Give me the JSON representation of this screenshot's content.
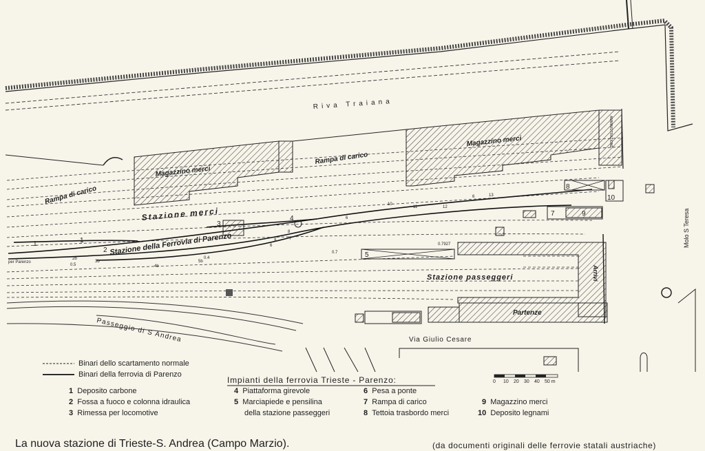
{
  "streets": {
    "riva": "Riva Traiana",
    "passeggio": "Passeggio di S Andrea",
    "via_giulio": "Via Giulio Cesare",
    "molo": "Molo S Teresa"
  },
  "buildings": {
    "magazzino_1": "Magazzino merci",
    "magazzino_2": "Magazzino merci",
    "rampa_1": "Rampa di carico",
    "rampa_2": "Rampa di carico",
    "amministrazione": "AMMINISTRAZIONE",
    "stazione_merci": "Stazione merci",
    "stazione_parenzo": "Stazione della Ferrovia di Parenzo",
    "stazione_passeggeri": "Stazione passeggeri",
    "arrivi": "Arrivi",
    "partenze": "Partenze",
    "per_parenzo": "per Parenzo"
  },
  "numbers": [
    "1",
    "1",
    "2",
    "3",
    "4",
    "5",
    "7",
    "8",
    "9",
    "10"
  ],
  "small_marks": [
    "2b",
    "3b",
    "4b",
    "5b",
    "6",
    "6",
    "7",
    "8",
    "9",
    "10",
    "11",
    "12",
    "13",
    "6",
    "0.5",
    "0.4",
    "0.7",
    "0.7927"
  ],
  "legend": {
    "line_normal": "Binari dello scartamento normale",
    "line_parenzo": "Binari della ferrovia di Parenzo",
    "heading": "Impianti della ferrovia  Trieste - Parenzo:",
    "items_col1": [
      {
        "n": "1",
        "text": "Deposito carbone"
      },
      {
        "n": "2",
        "text": "Fossa a fuoco e colonna idraulica"
      },
      {
        "n": "3",
        "text": "Rimessa per locomotive"
      }
    ],
    "items_col2": [
      {
        "n": "4",
        "text": "Piattaforma girevole"
      },
      {
        "n": "5",
        "text": "Marciapiede e pensilina"
      },
      {
        "n": "",
        "text": "della stazione passeggeri"
      }
    ],
    "items_col3": [
      {
        "n": "6",
        "text": "Pesa a ponte"
      },
      {
        "n": "7",
        "text": "Rampa di carico"
      },
      {
        "n": "8",
        "text": "Tettoia trasbordo merci"
      }
    ],
    "items_col4": [
      {
        "n": "9",
        "text": "Magazzino merci"
      },
      {
        "n": "10",
        "text": "Deposito legnami"
      }
    ]
  },
  "scale": {
    "ticks": [
      "0",
      "10",
      "20",
      "30",
      "40",
      "50 m"
    ]
  },
  "caption": "La nuova stazione di Trieste-S. Andrea (Campo Marzio).",
  "source": "(da documenti originali delle ferrovie statali austriache)"
}
